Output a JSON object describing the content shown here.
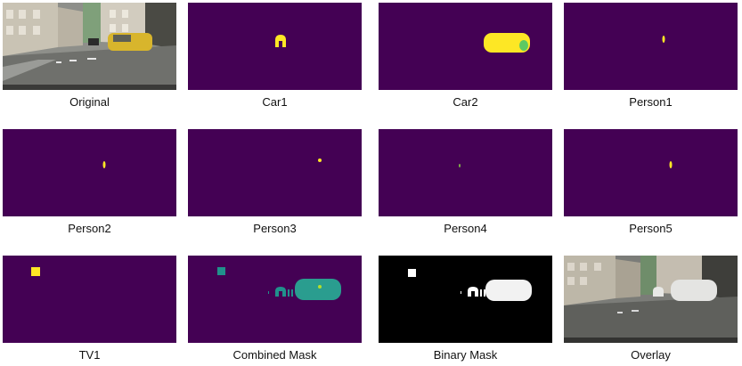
{
  "colors": {
    "mask_background": "#440154",
    "mask_yellow": "#fde725",
    "mask_green": "#5ec962",
    "mask_teal": "#21918c",
    "binary_background": "#000000",
    "binary_foreground": "#ffffff"
  },
  "panels": [
    {
      "id": "original",
      "caption": "Original"
    },
    {
      "id": "car1",
      "caption": "Car1"
    },
    {
      "id": "car2",
      "caption": "Car2"
    },
    {
      "id": "person1",
      "caption": "Person1"
    },
    {
      "id": "person2",
      "caption": "Person2"
    },
    {
      "id": "person3",
      "caption": "Person3"
    },
    {
      "id": "person4",
      "caption": "Person4"
    },
    {
      "id": "person5",
      "caption": "Person5"
    },
    {
      "id": "tv1",
      "caption": "TV1"
    },
    {
      "id": "combined",
      "caption": "Combined Mask"
    },
    {
      "id": "binary",
      "caption": "Binary Mask"
    },
    {
      "id": "overlay",
      "caption": "Overlay"
    }
  ]
}
